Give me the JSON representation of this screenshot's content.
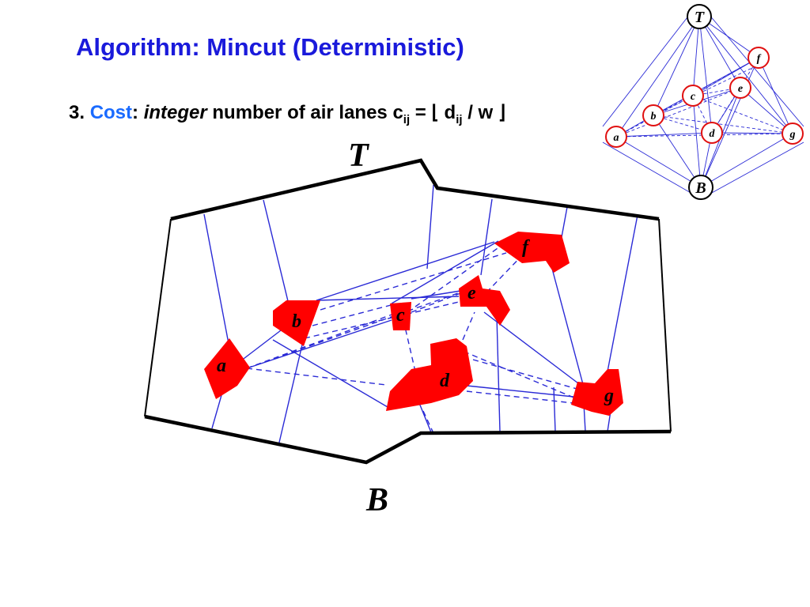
{
  "slide": {
    "title": "Algorithm: Mincut (Deterministic)",
    "item": {
      "number": "3.",
      "term": "Cost",
      "colon": ":",
      "qualifier": "integer",
      "text": " number of air lanes c",
      "c_sub": "ij",
      "equals": " = ",
      "floor_left": "⌊",
      "d": " d",
      "d_sub": "ij",
      "slash": " / w ",
      "floor_right": "⌋"
    }
  },
  "main_diagram": {
    "top_label": "T",
    "bottom_label": "B",
    "node_labels": {
      "a": "a",
      "b": "b",
      "c": "c",
      "d": "d",
      "e": "e",
      "f": "f",
      "g": "g"
    }
  },
  "graph_inset": {
    "top_label": "T",
    "bottom_label": "B",
    "node_labels": {
      "a": "a",
      "b": "b",
      "c": "c",
      "d": "d",
      "e": "e",
      "f": "f",
      "g": "g"
    }
  },
  "colors": {
    "title": "#1a1adb",
    "term": "#1a6bff",
    "edge": "#2a2ad6",
    "region": "#ff0000",
    "boundary": "#000000"
  }
}
